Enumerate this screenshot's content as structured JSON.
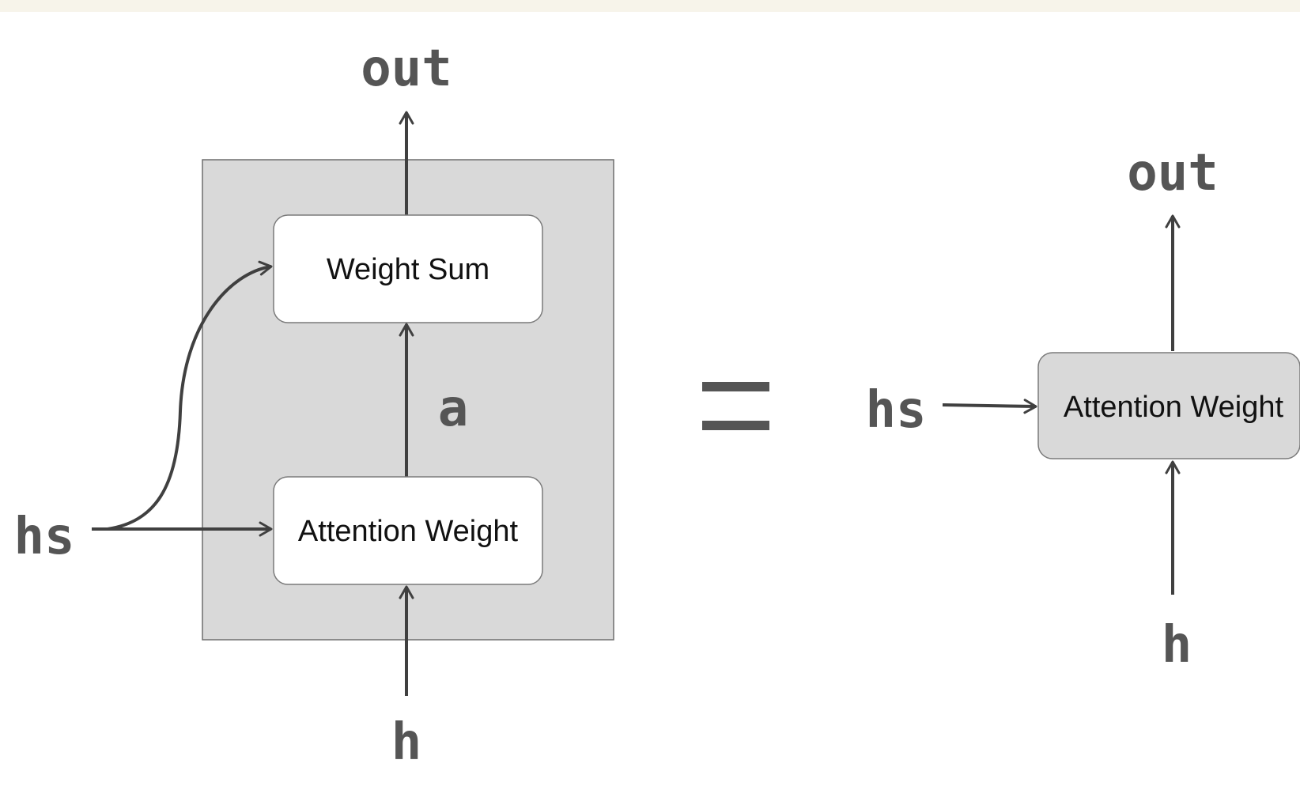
{
  "colors": {
    "background": "#ffffff",
    "top_band": "#f7f4ea",
    "container_fill": "#d9d9d9",
    "container_stroke": "#6e6e6e",
    "node_fill": "#ffffff",
    "node_fill_compact": "#d9d9d9",
    "node_stroke": "#7a7a7a",
    "arrow": "#404040",
    "label_text": "#555555",
    "node_text": "#111111",
    "equals": "#555555"
  },
  "left_diagram": {
    "output_label": "out",
    "hs_label": "hs",
    "h_label": "h",
    "a_label": "a",
    "weight_sum_node": "Weight Sum",
    "attention_weight_node": "Attention Weight"
  },
  "equals_sign": "=",
  "right_diagram": {
    "output_label": "out",
    "hs_label": "hs",
    "h_label": "h",
    "attention_weight_node": "Attention Weight"
  }
}
